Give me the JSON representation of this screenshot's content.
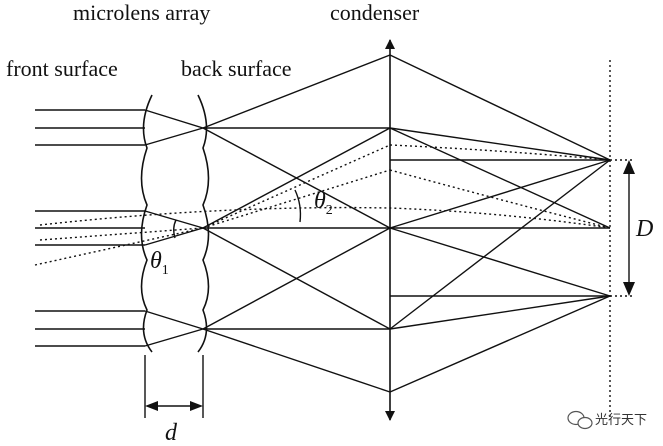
{
  "labels": {
    "microlens_array": "microlens array",
    "condenser": "condenser",
    "front_surface": "front surface",
    "back_surface": "back surface",
    "theta": "θ",
    "theta2_sub": "2",
    "theta1_sub": "1",
    "D": "D",
    "d": "d"
  },
  "watermark": {
    "text": "光行天下",
    "icon": "wechat-icon"
  },
  "colors": {
    "line": "#111111",
    "background": "#ffffff"
  }
}
